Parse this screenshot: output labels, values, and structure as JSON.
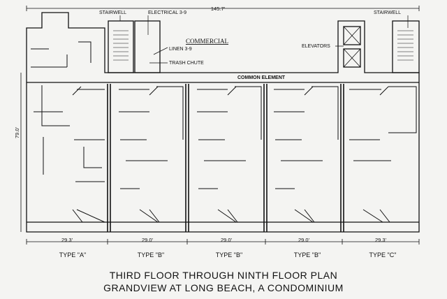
{
  "dimensions": {
    "overall_width": "145.7'",
    "overall_depth": "79.0'",
    "unit_widths": [
      "29.3'",
      "29.0'",
      "29.0'",
      "29.0'",
      "29.3'"
    ]
  },
  "labels": {
    "stairwell_left": "STAIRWELL",
    "electrical": "ELECTRICAL 3-9",
    "commercial": "COMMERCIAL",
    "linen": "LINEN 3-9",
    "trash_chute": "TRASH CHUTE",
    "common_element": "COMMON ELEMENT",
    "elevators": "ELEVATORS",
    "stairwell_right": "STAIRWELL"
  },
  "unit_types": [
    "TYPE \"A\"",
    "TYPE \"B\"",
    "TYPE \"B\"",
    "TYPE \"B\"",
    "TYPE \"C\""
  ],
  "title": {
    "line1": "THIRD FLOOR THROUGH NINTH FLOOR PLAN",
    "line2": "GRANDVIEW AT LONG BEACH, A CONDOMINIUM"
  }
}
